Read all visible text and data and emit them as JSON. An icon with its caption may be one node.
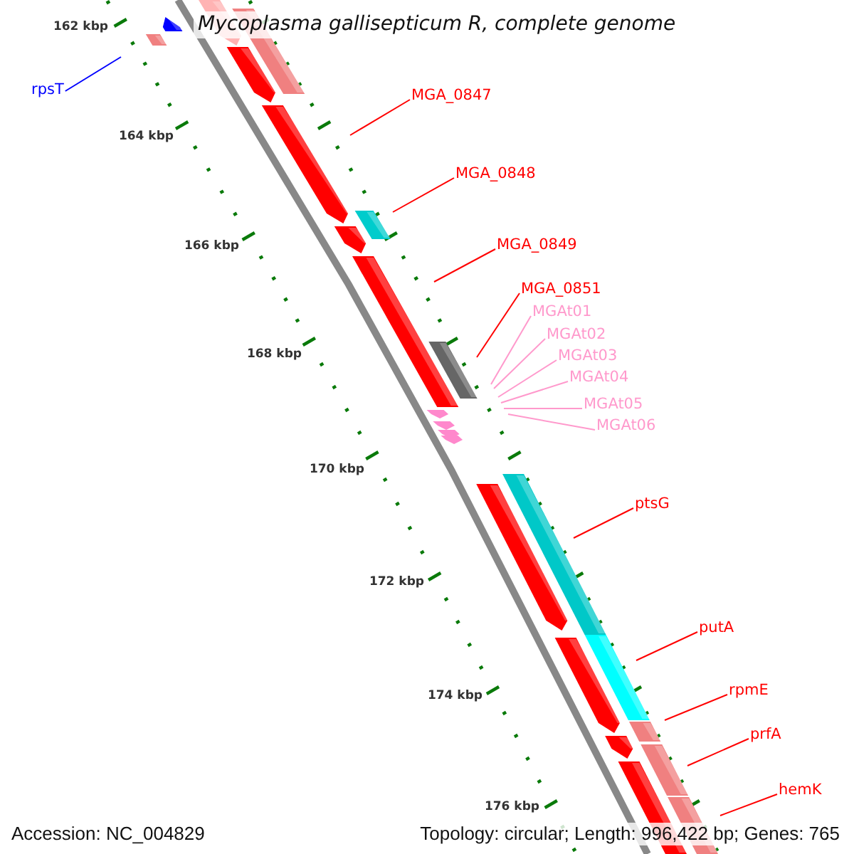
{
  "diagram": {
    "title": "Mycoplasma gallisepticum R, complete genome",
    "nodes": [
      {
        "text": [
          "rpsT"
        ]
      },
      {
        "text": [
          "MGA_0847"
        ]
      },
      {
        "text": [
          "MGA_0848"
        ]
      },
      {
        "text": [
          "MGA_0849"
        ]
      },
      {
        "text": [
          "MGA_0851"
        ]
      },
      {
        "text": [
          "MGAt01"
        ]
      },
      {
        "text": [
          "MGAt02"
        ]
      },
      {
        "text": [
          "MGAt03"
        ]
      },
      {
        "text": [
          "MGAt04"
        ]
      },
      {
        "text": [
          "MGAt05"
        ]
      },
      {
        "text": [
          "MGAt06"
        ]
      },
      {
        "text": [
          "ptsG"
        ]
      },
      {
        "text": [
          "putA"
        ]
      },
      {
        "text": [
          "rpmE"
        ]
      },
      {
        "text": [
          "prfA"
        ]
      },
      {
        "text": [
          "hemK"
        ]
      },
      {
        "text": [],
        "shape": "bar"
      },
      {
        "text": [],
        "shape": "bar"
      },
      {
        "text": [],
        "shape": "bar"
      },
      {
        "text": [],
        "shape": "bar"
      },
      {
        "text": [],
        "shape": "bar"
      },
      {
        "text": [],
        "shape": "bar"
      },
      {
        "text": [],
        "shape": "bar"
      },
      {
        "text": [],
        "shape": "bar"
      },
      {
        "text": [],
        "shape": "bar"
      }
    ],
    "edges": [
      {
        "from": 0,
        "to": null,
        "arrow": "none",
        "color": "#0000ff"
      },
      {
        "from": 1,
        "to": 16,
        "arrow": "none"
      },
      {
        "from": 2,
        "to": 17,
        "arrow": "none"
      },
      {
        "from": 3,
        "to": 18,
        "arrow": "none"
      },
      {
        "from": 4,
        "to": 19,
        "arrow": "none"
      },
      {
        "from": 5,
        "to": null,
        "arrow": "none",
        "color": "#ff99cc"
      },
      {
        "from": 6,
        "to": null,
        "arrow": "none",
        "color": "#ff99cc"
      },
      {
        "from": 7,
        "to": null,
        "arrow": "none",
        "color": "#ff99cc"
      },
      {
        "from": 8,
        "to": null,
        "arrow": "none",
        "color": "#ff99cc"
      },
      {
        "from": 9,
        "to": null,
        "arrow": "none",
        "color": "#ff99cc"
      },
      {
        "from": 10,
        "to": null,
        "arrow": "none",
        "color": "#ff99cc"
      },
      {
        "from": 11,
        "to": 20,
        "arrow": "none"
      },
      {
        "from": 12,
        "to": 21,
        "arrow": "none"
      },
      {
        "from": 13,
        "to": 22,
        "arrow": "none"
      },
      {
        "from": 14,
        "to": 23,
        "arrow": "none"
      },
      {
        "from": 15,
        "to": 24,
        "arrow": "none"
      }
    ],
    "labels": [
      "162 kbp",
      "164 kbp",
      "166 kbp",
      "168 kbp",
      "170 kbp",
      "172 kbp",
      "174 kbp",
      "176 kbp",
      "Accession: NC_004829",
      "Topology: circular; Length: 996,422 bp; Genes: 765"
    ]
  }
}
